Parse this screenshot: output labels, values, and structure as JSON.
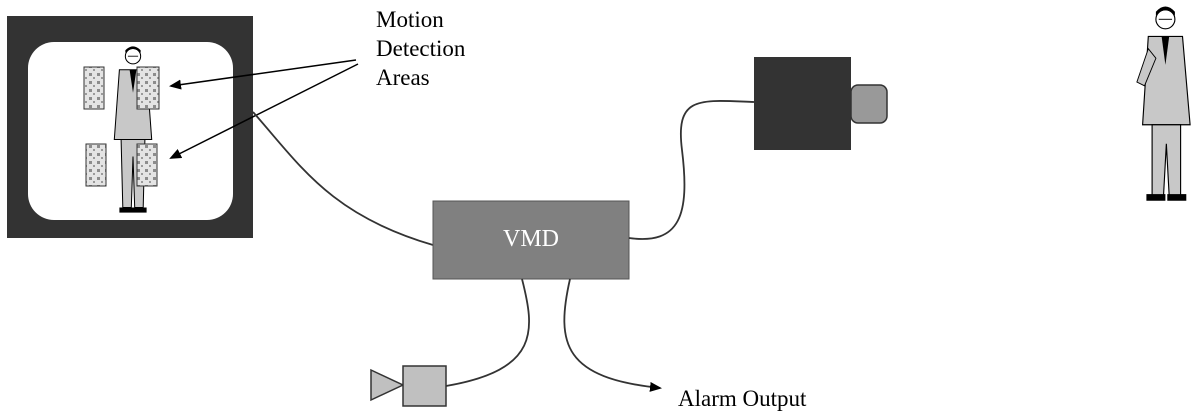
{
  "labels": {
    "motion_detection_areas": [
      "Motion",
      "Detection",
      "Areas"
    ],
    "vmd": "VMD",
    "alarm_output": "Alarm Output"
  },
  "icons": {
    "monitor": "monitor-icon",
    "camera": "camera-icon",
    "recorder": "recorder-icon",
    "person_on_monitor": "person-icon",
    "person_scene": "person-icon"
  },
  "colors": {
    "monitor_frame": "#333333",
    "vmd_box": "#808080",
    "camera_body": "#333333",
    "camera_lens": "#999999",
    "recorder": "#c0c0c0",
    "suit": "#c8c8c8",
    "detection_area": "#e2e2e2",
    "detection_dots": "#8c8c8c"
  }
}
